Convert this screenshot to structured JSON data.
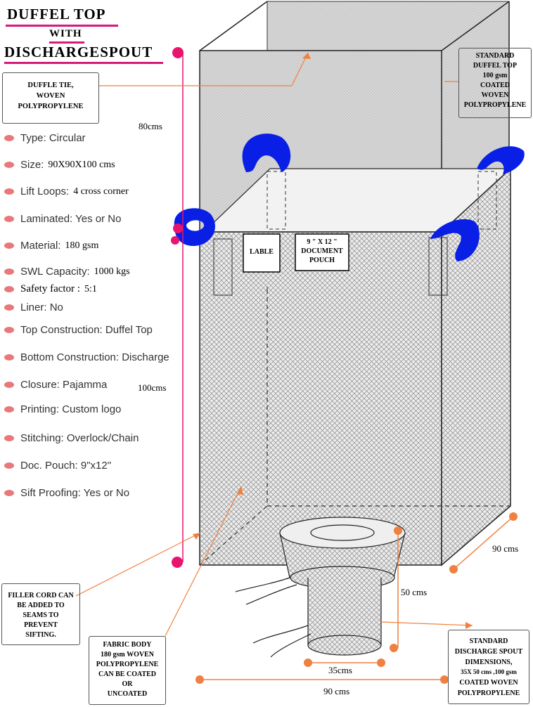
{
  "title": {
    "line1": "DUFFEL TOP",
    "line2": "WITH",
    "line3": "DISCHARGESPOUT"
  },
  "specs": [
    {
      "label": "Type: Circular",
      "value": ""
    },
    {
      "label": "Size:",
      "value": "90X90X100 cms"
    },
    {
      "label": "Lift Loops:",
      "value": "4 cross corner"
    },
    {
      "label": "Laminated: Yes or No",
      "value": ""
    },
    {
      "label": "Material:",
      "value": "180 gsm"
    },
    {
      "label": "SWL Capacity:",
      "value": "1000 kgs"
    },
    {
      "label": "Safety factor :",
      "value": "5:1"
    },
    {
      "label": "Liner: No",
      "value": ""
    },
    {
      "label": "Top Construction: Duffel Top",
      "value": ""
    },
    {
      "label": "Bottom Construction: Discharge",
      "value": ""
    },
    {
      "label": "Closure: Pajamma",
      "value": ""
    },
    {
      "label": "Printing: Custom logo",
      "value": ""
    },
    {
      "label": "Stitching: Overlock/Chain",
      "value": ""
    },
    {
      "label": "Doc. Pouch: 9\"x12\"",
      "value": ""
    },
    {
      "label": "Sift Proofing: Yes or No",
      "value": ""
    }
  ],
  "callouts": {
    "duffle_tie": [
      "DUFFLE TIE,",
      "WOVEN",
      "POLYPROPYLENE"
    ],
    "duffel_top": [
      "STANDARD",
      "DUFFEL TOP",
      "100 gsm",
      "COATED",
      "WOVEN",
      "POLYPROPYLENE"
    ],
    "filler_cord": [
      "FILLER CORD CAN",
      "BE ADDED TO",
      "SEAMS TO",
      "PREVENT",
      "SIFTING."
    ],
    "fabric_body": [
      "FABRIC BODY",
      "180 gsm  WOVEN",
      "POLYPROPYLENE",
      "CAN BE COATED",
      "OR",
      "UNCOATED"
    ],
    "spout": [
      "STANDARD",
      "DISCHARGE SPOUT",
      "DIMENSIONS,",
      "35X 50 cms ,100 gsm",
      "COATED WOVEN",
      "POLYPROPYLENE"
    ]
  },
  "labels": {
    "lable": "LABLE",
    "pouch": [
      "9 \" X 12 \"",
      "DOCUMENT",
      "POUCH"
    ]
  },
  "dimensions": {
    "top_height": "80cms",
    "body_height": "100cms",
    "depth": "90 cms",
    "spout_height": "50 cms",
    "spout_width": "35cms",
    "width": "90 cms"
  },
  "colors": {
    "title_underline": "#d6197a",
    "bullet": "#e8787a",
    "loops": "#0a1fe6",
    "dimension_marker": "#f08040",
    "height_marker": "#e8146e",
    "leader_line": "#f08040"
  }
}
